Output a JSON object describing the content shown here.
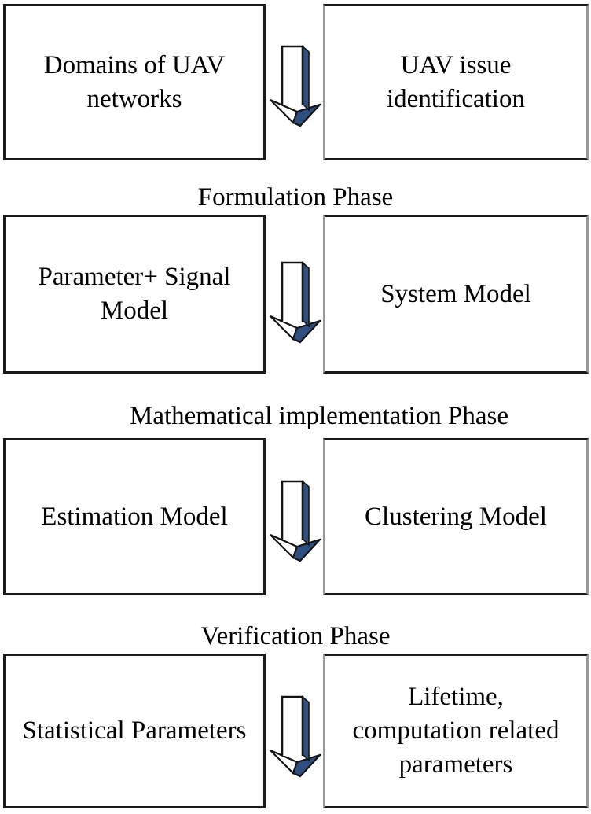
{
  "figure": {
    "rows": [
      {
        "left": "Domains of UAV\nnetworks",
        "right": "UAV issue\nidentification"
      },
      {
        "left": "Parameter+ Signal\nModel",
        "right": "System Model"
      },
      {
        "left": "Estimation Model",
        "right": "Clustering Model"
      },
      {
        "left": "Statistical Parameters",
        "right": "Lifetime,\ncomputation related\nparameters"
      }
    ],
    "phase_labels": [
      "Formulation Phase",
      "Mathematical implementation Phase",
      "Verification Phase"
    ],
    "icons": {
      "arrow": "down-arrow-3d-icon"
    },
    "colors": {
      "arrow_navy": "#2F4F80",
      "arrow_white": "#ffffff",
      "outline": "#141414",
      "box_border": "#1a1a1a",
      "side_border": "#9a9a9a",
      "text": "#000000",
      "bg": "#ffffff"
    }
  }
}
